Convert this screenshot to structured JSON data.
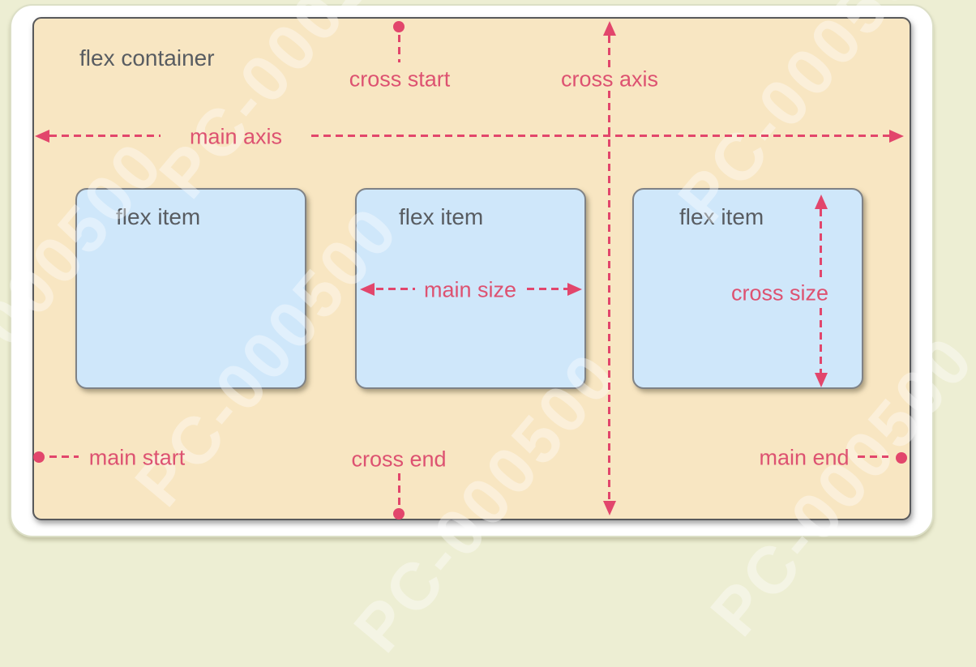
{
  "diagram": {
    "container_label": "flex container",
    "items": [
      {
        "label": "flex item"
      },
      {
        "label": "flex item"
      },
      {
        "label": "flex item"
      }
    ],
    "annotations": {
      "main_axis": "main axis",
      "cross_axis": "cross axis",
      "cross_start": "cross start",
      "cross_end": "cross end",
      "main_start": "main start",
      "main_end": "main end",
      "main_size": "main size",
      "cross_size": "cross size"
    },
    "watermark": "PC-000500",
    "colors": {
      "accent_pink": "#e2466c",
      "container_bg": "#f8e6c2",
      "item_bg": "#cfe7fa",
      "card_bg": "#ffffff",
      "page_bg": "#edeed3",
      "label_gray": "#585c61"
    }
  }
}
